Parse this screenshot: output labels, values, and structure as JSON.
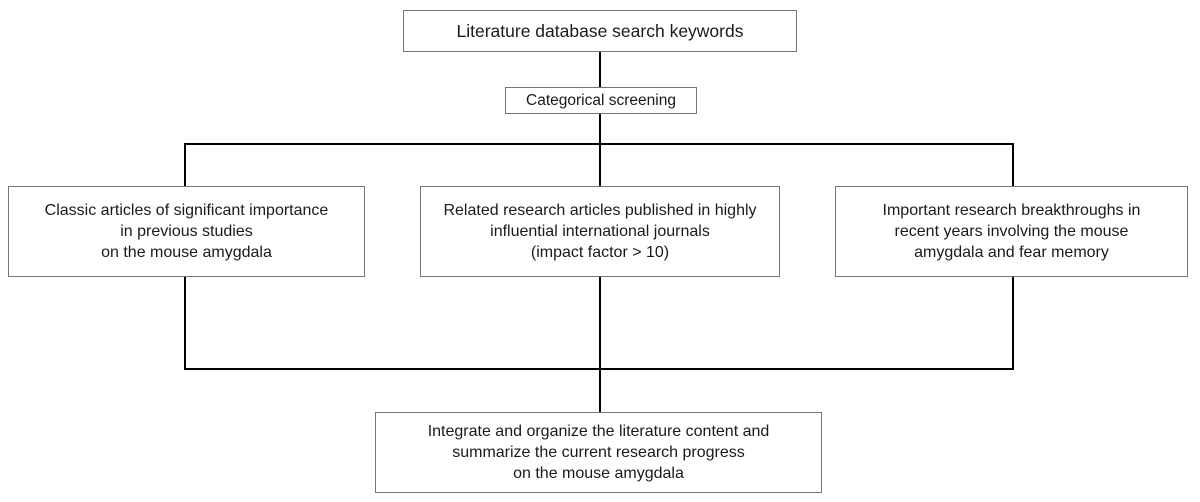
{
  "diagram": {
    "title_box": {
      "text": "Literature database search keywords"
    },
    "screening_box": {
      "text": "Categorical screening"
    },
    "classic_box": {
      "line1": "Classic articles of significant importance",
      "line2": "in previous studies",
      "line3": "on the mouse amygdala"
    },
    "related_box": {
      "line1": "Related research articles published in highly",
      "line2": "influential international journals",
      "line3": "(impact factor > 10)"
    },
    "important_box": {
      "line1": "Important research breakthroughs in",
      "line2": "recent years involving the mouse",
      "line3": "amygdala and fear memory"
    },
    "integrate_box": {
      "line1": "Integrate and organize the literature content and",
      "line2": "summarize the current research progress",
      "line3": "on the mouse amygdala"
    },
    "colors": {
      "background": "#ffffff",
      "box_border": "#757575",
      "connector": "#000000",
      "text": "#1a1a1a"
    }
  }
}
